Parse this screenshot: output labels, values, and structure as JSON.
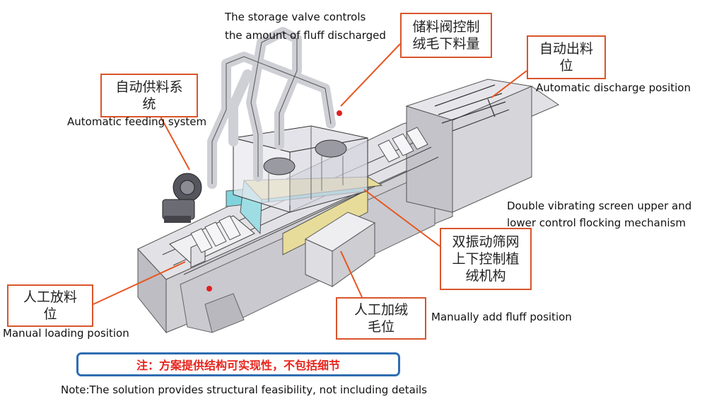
{
  "labels": {
    "storage_valve_en_1": "The storage valve controls",
    "storage_valve_en_2": "the amount of fluff discharged",
    "storage_valve_cn_1": "储料阀控制",
    "storage_valve_cn_2": "绒毛下料量",
    "auto_discharge_cn_1": "自动出料",
    "auto_discharge_cn_2": "位",
    "auto_discharge_en": "Automatic discharge position",
    "auto_feed_cn_1": "自动供料系",
    "auto_feed_cn_2": "统",
    "auto_feed_en": "Automatic feeding system",
    "double_screen_en_1": "Double vibrating screen upper and",
    "double_screen_en_2": "lower control flocking mechanism",
    "double_screen_cn_1": "双振动筛网",
    "double_screen_cn_2": "上下控制植",
    "double_screen_cn_3": "绒机构",
    "manual_load_cn_1": "人工放料",
    "manual_load_cn_2": "位",
    "manual_load_en": "Manual loading position",
    "manual_fluff_cn_1": "人工加绒",
    "manual_fluff_cn_2": "毛位",
    "manual_fluff_en": "Manually add fluff position"
  },
  "note": {
    "cn": "注：方案提供结构可实现性，不包括细节",
    "en": "Note:The solution provides structural feasibility, not including details"
  },
  "colors": {
    "callout_border": "#d9552b",
    "leader_line": "#e8551e",
    "note_border": "#2f6db3",
    "note_text": "#e8231b",
    "machine_gray": "#d7d7dc",
    "accent_yellow": "#e7dc9a",
    "accent_cyan": "#7fd3dc"
  }
}
